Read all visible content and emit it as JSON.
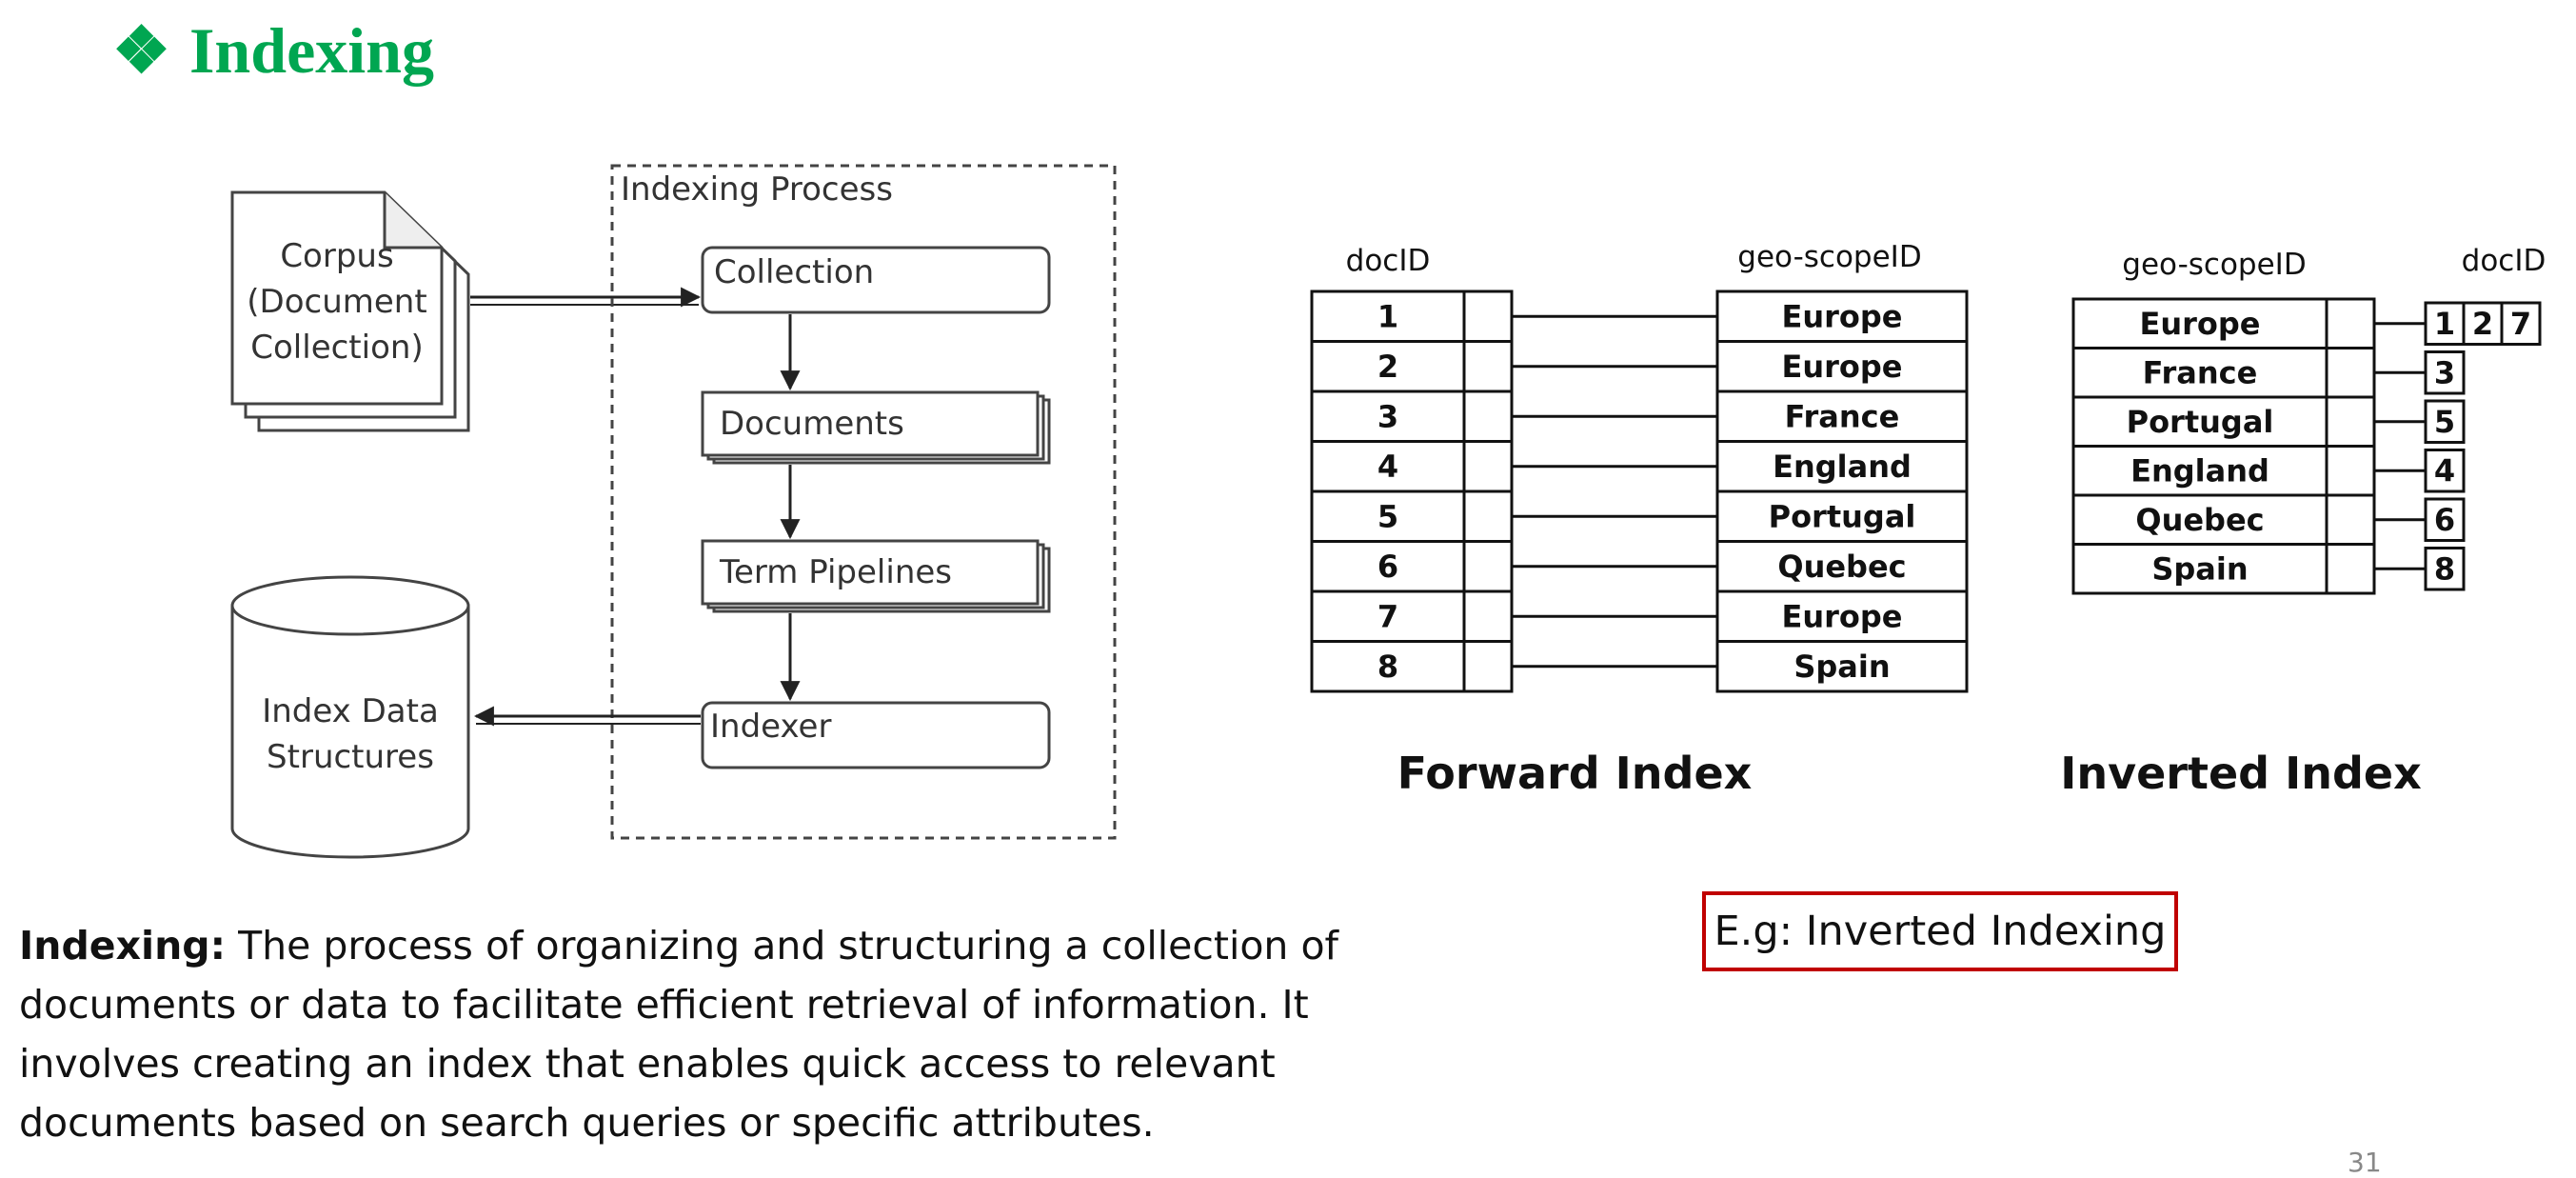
{
  "slide": {
    "bullet": "❖",
    "title": "Indexing",
    "definition_term": "Indexing:",
    "definition_text": " The process of organizing and structuring a collection of documents or data to facilitate efficient retrieval of information. It involves creating an index that enables quick access to relevant documents based on search queries or specific attributes.",
    "example_label": "E.g: Inverted Indexing",
    "page_number": "31"
  },
  "process_diagram": {
    "corpus_lines": [
      "Corpus",
      "(Document",
      "Collection)"
    ],
    "process_title": "Indexing Process",
    "steps": [
      "Collection",
      "Documents",
      "Term Pipelines",
      "Indexer"
    ],
    "datastore_lines": [
      "Index Data",
      "Structures"
    ]
  },
  "forward_index": {
    "caption": "Forward Index",
    "left_header": "docID",
    "right_header": "geo-scopeID",
    "doc_ids": [
      "1",
      "2",
      "3",
      "4",
      "5",
      "6",
      "7",
      "8"
    ],
    "scopes": [
      "Europe",
      "Europe",
      "France",
      "England",
      "Portugal",
      "Quebec",
      "Europe",
      "Spain"
    ]
  },
  "inverted_index": {
    "caption": "Inverted Index",
    "left_header": "geo-scopeID",
    "right_header": "docID",
    "scopes": [
      "Europe",
      "France",
      "Portugal",
      "England",
      "Quebec",
      "Spain"
    ],
    "postings": [
      [
        "1",
        "2",
        "7"
      ],
      [
        "3"
      ],
      [
        "5"
      ],
      [
        "4"
      ],
      [
        "6"
      ],
      [
        "8"
      ]
    ]
  }
}
